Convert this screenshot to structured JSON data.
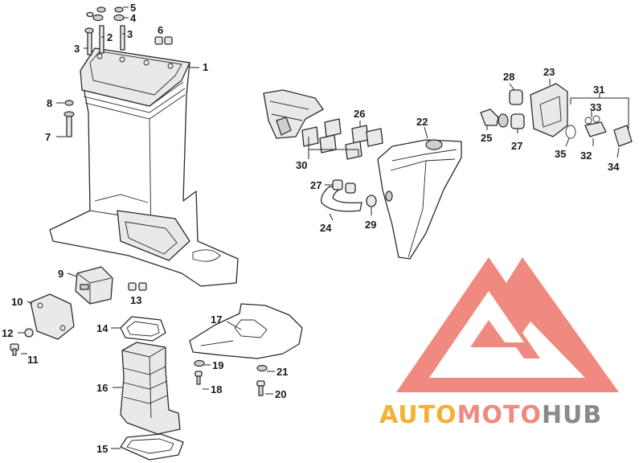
{
  "callouts": [
    "1",
    "2",
    "3",
    "3",
    "4",
    "5",
    "6",
    "7",
    "8",
    "9",
    "10",
    "11",
    "12",
    "13",
    "14",
    "15",
    "16",
    "17",
    "18",
    "19",
    "20",
    "21",
    "22",
    "23",
    "24",
    "25",
    "26",
    "27",
    "27",
    "28",
    "29",
    "30",
    "31",
    "32",
    "33",
    "34",
    "35"
  ],
  "watermark": {
    "parts": [
      "AUTO",
      "MOTO",
      "HUB"
    ],
    "colors": [
      "#f2b233",
      "#f08a80",
      "#8a8a8a"
    ],
    "mark_color": "#f08a80"
  }
}
